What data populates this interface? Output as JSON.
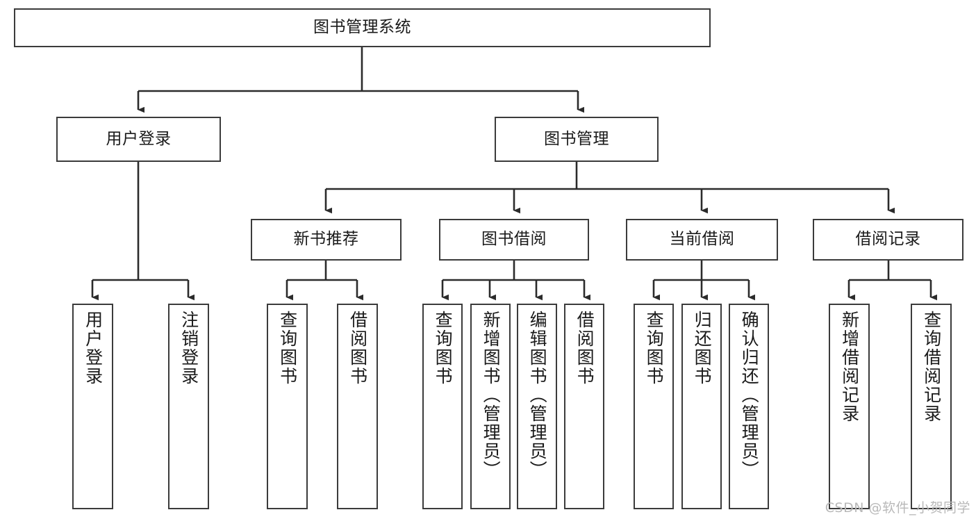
{
  "diagram": {
    "type": "tree",
    "title": "图书管理系统",
    "colors": {
      "border": "#3b3b3b",
      "background": "#ffffff",
      "text": "#1a1a1a",
      "edge": "#2b2b2b",
      "watermark": "#b9b9b9"
    },
    "levels": {
      "level1": [
        {
          "id": "root",
          "label": "图书管理系统"
        }
      ],
      "level2": [
        {
          "id": "user-login",
          "label": "用户登录"
        },
        {
          "id": "book-manage",
          "label": "图书管理"
        }
      ],
      "level3": [
        {
          "id": "new-book-rec",
          "label": "新书推荐"
        },
        {
          "id": "book-borrow",
          "label": "图书借阅"
        },
        {
          "id": "current-borrow",
          "label": "当前借阅"
        },
        {
          "id": "borrow-record",
          "label": "借阅记录"
        }
      ],
      "level4": [
        {
          "id": "leaf-user-login",
          "label": "用户登录",
          "parent": "user-login"
        },
        {
          "id": "leaf-user-logout",
          "label": "注销登录",
          "parent": "user-login"
        },
        {
          "id": "leaf-rec-query",
          "label": "查询图书",
          "parent": "new-book-rec"
        },
        {
          "id": "leaf-rec-borrow",
          "label": "借阅图书",
          "parent": "new-book-rec"
        },
        {
          "id": "leaf-borrow-query",
          "label": "查询图书",
          "parent": "book-borrow"
        },
        {
          "id": "leaf-borrow-add",
          "label": "新增图书（管理员）",
          "parent": "book-borrow"
        },
        {
          "id": "leaf-borrow-edit",
          "label": "编辑图书（管理员）",
          "parent": "book-borrow"
        },
        {
          "id": "leaf-borrow-lend",
          "label": "借阅图书",
          "parent": "book-borrow"
        },
        {
          "id": "leaf-cur-query",
          "label": "查询图书",
          "parent": "current-borrow"
        },
        {
          "id": "leaf-cur-return",
          "label": "归还图书",
          "parent": "current-borrow"
        },
        {
          "id": "leaf-cur-confirm",
          "label": "确认归还（管理员）",
          "parent": "current-borrow"
        },
        {
          "id": "leaf-rec-add",
          "label": "新增借阅记录",
          "parent": "borrow-record"
        },
        {
          "id": "leaf-rec-query2",
          "label": "查询借阅记录",
          "parent": "borrow-record"
        }
      ]
    },
    "watermark": "CSDN @软件_小贺同学"
  }
}
